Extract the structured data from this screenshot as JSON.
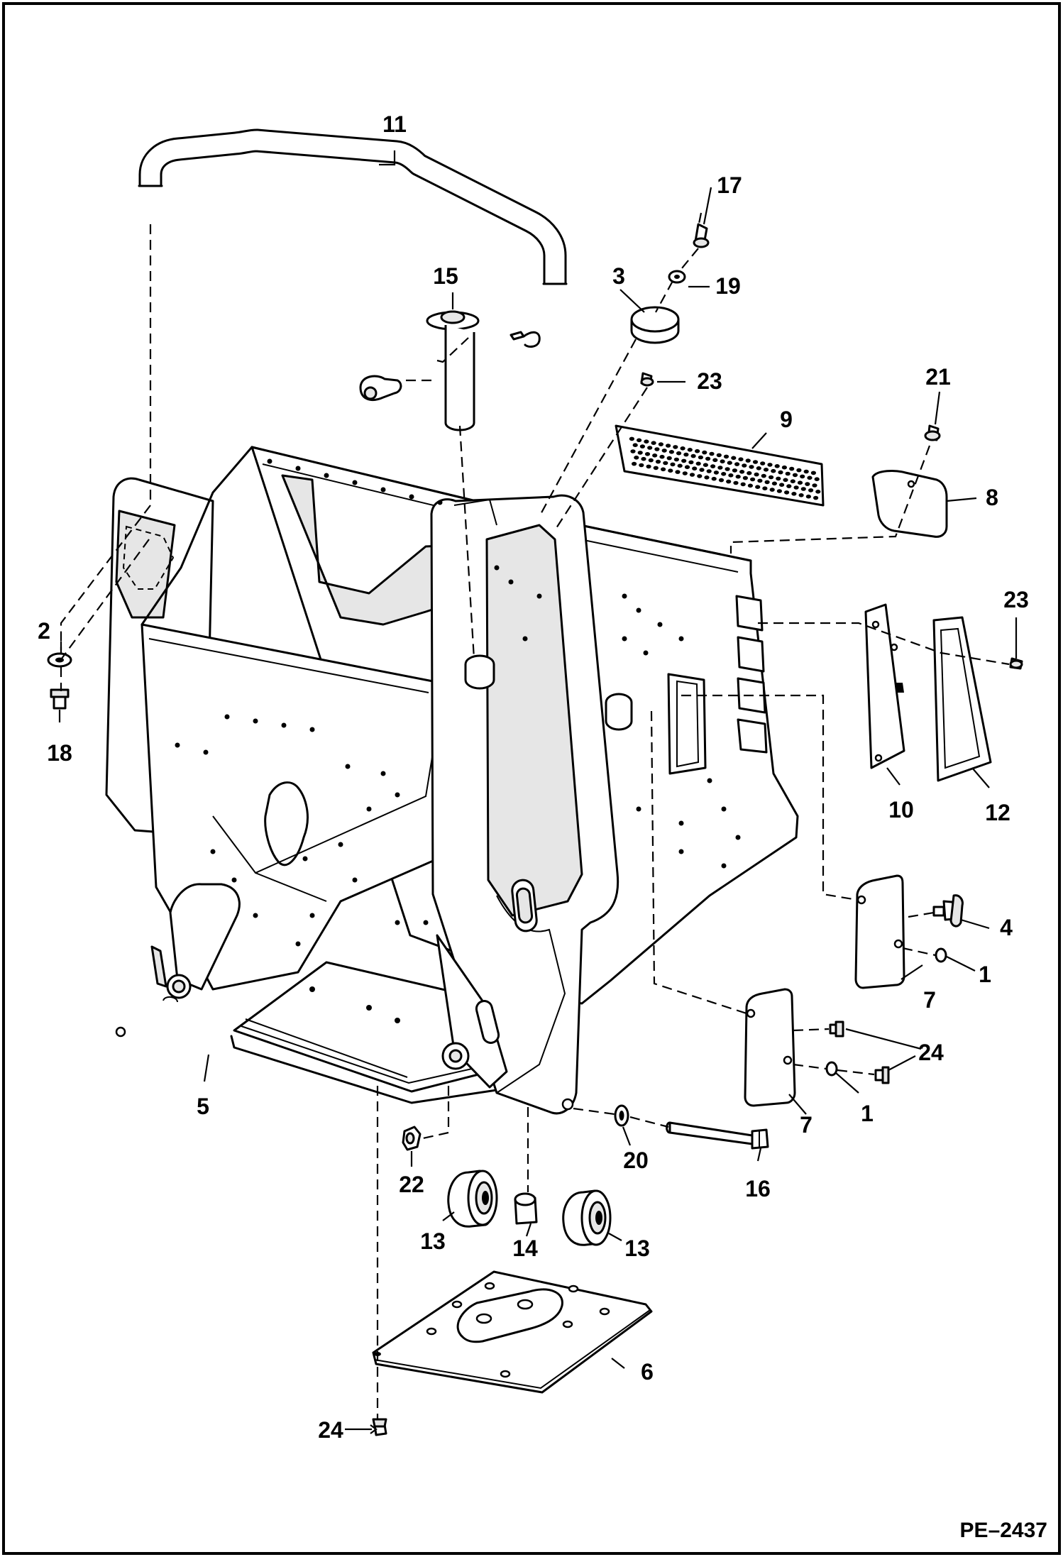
{
  "drawing": {
    "reference": "PE–2437"
  },
  "callouts": [
    {
      "id": "1a",
      "label": "1"
    },
    {
      "id": "1b",
      "label": "1"
    },
    {
      "id": "2",
      "label": "2"
    },
    {
      "id": "3",
      "label": "3"
    },
    {
      "id": "4",
      "label": "4"
    },
    {
      "id": "5",
      "label": "5"
    },
    {
      "id": "6",
      "label": "6"
    },
    {
      "id": "7a",
      "label": "7"
    },
    {
      "id": "7b",
      "label": "7"
    },
    {
      "id": "8",
      "label": "8"
    },
    {
      "id": "9",
      "label": "9"
    },
    {
      "id": "10",
      "label": "10"
    },
    {
      "id": "11",
      "label": "11"
    },
    {
      "id": "12",
      "label": "12"
    },
    {
      "id": "13a",
      "label": "13"
    },
    {
      "id": "13b",
      "label": "13"
    },
    {
      "id": "14",
      "label": "14"
    },
    {
      "id": "15",
      "label": "15"
    },
    {
      "id": "16",
      "label": "16"
    },
    {
      "id": "17",
      "label": "17"
    },
    {
      "id": "18",
      "label": "18"
    },
    {
      "id": "19",
      "label": "19"
    },
    {
      "id": "20",
      "label": "20"
    },
    {
      "id": "21",
      "label": "21"
    },
    {
      "id": "22",
      "label": "22"
    },
    {
      "id": "23a",
      "label": "23"
    },
    {
      "id": "23b",
      "label": "23"
    },
    {
      "id": "24a",
      "label": "24"
    },
    {
      "id": "24b",
      "label": "24"
    }
  ]
}
